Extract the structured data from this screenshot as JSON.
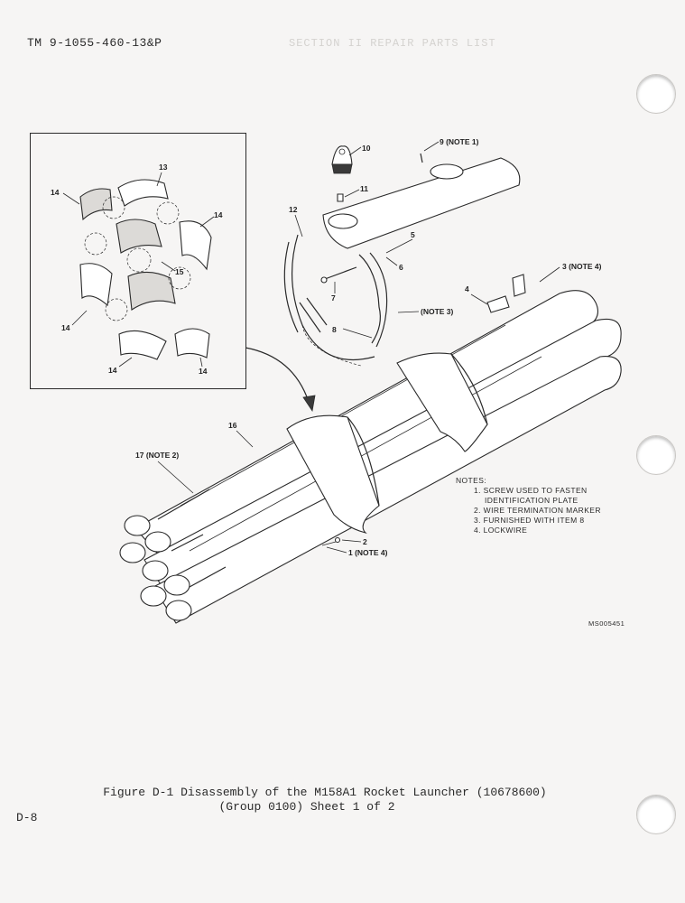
{
  "header": {
    "doc_id": "TM 9-1055-460-13&P",
    "ghost_text": "SECTION II   REPAIR PARTS LIST"
  },
  "figure": {
    "caption_line1": "Figure D-1  Disassembly of the M158A1 Rocket Launcher (10678600)",
    "caption_line2": "(Group 0100)  Sheet 1 of 2",
    "drawing_id": "MS005451"
  },
  "page_number": "D-8",
  "notes": {
    "title": "NOTES:",
    "items": [
      "1. SCREW USED TO FASTEN",
      "IDENTIFICATION PLATE",
      "2. WIRE TERMINATION MARKER",
      "3. FURNISHED WITH ITEM 8",
      "4. LOCKWIRE"
    ]
  },
  "callouts": {
    "c1": "1 (NOTE 4)",
    "c2": "2",
    "c3": "3 (NOTE 4)",
    "c4": "4",
    "c5": "5",
    "c6": "6",
    "c7": "7",
    "c8": "8",
    "c8n": "(NOTE 3)",
    "c9": "9 (NOTE 1)",
    "c10": "10",
    "c11": "11",
    "c12": "12",
    "c13": "13",
    "c14": "14",
    "c15": "15",
    "c16": "16",
    "c17": "17 (NOTE 2)"
  }
}
